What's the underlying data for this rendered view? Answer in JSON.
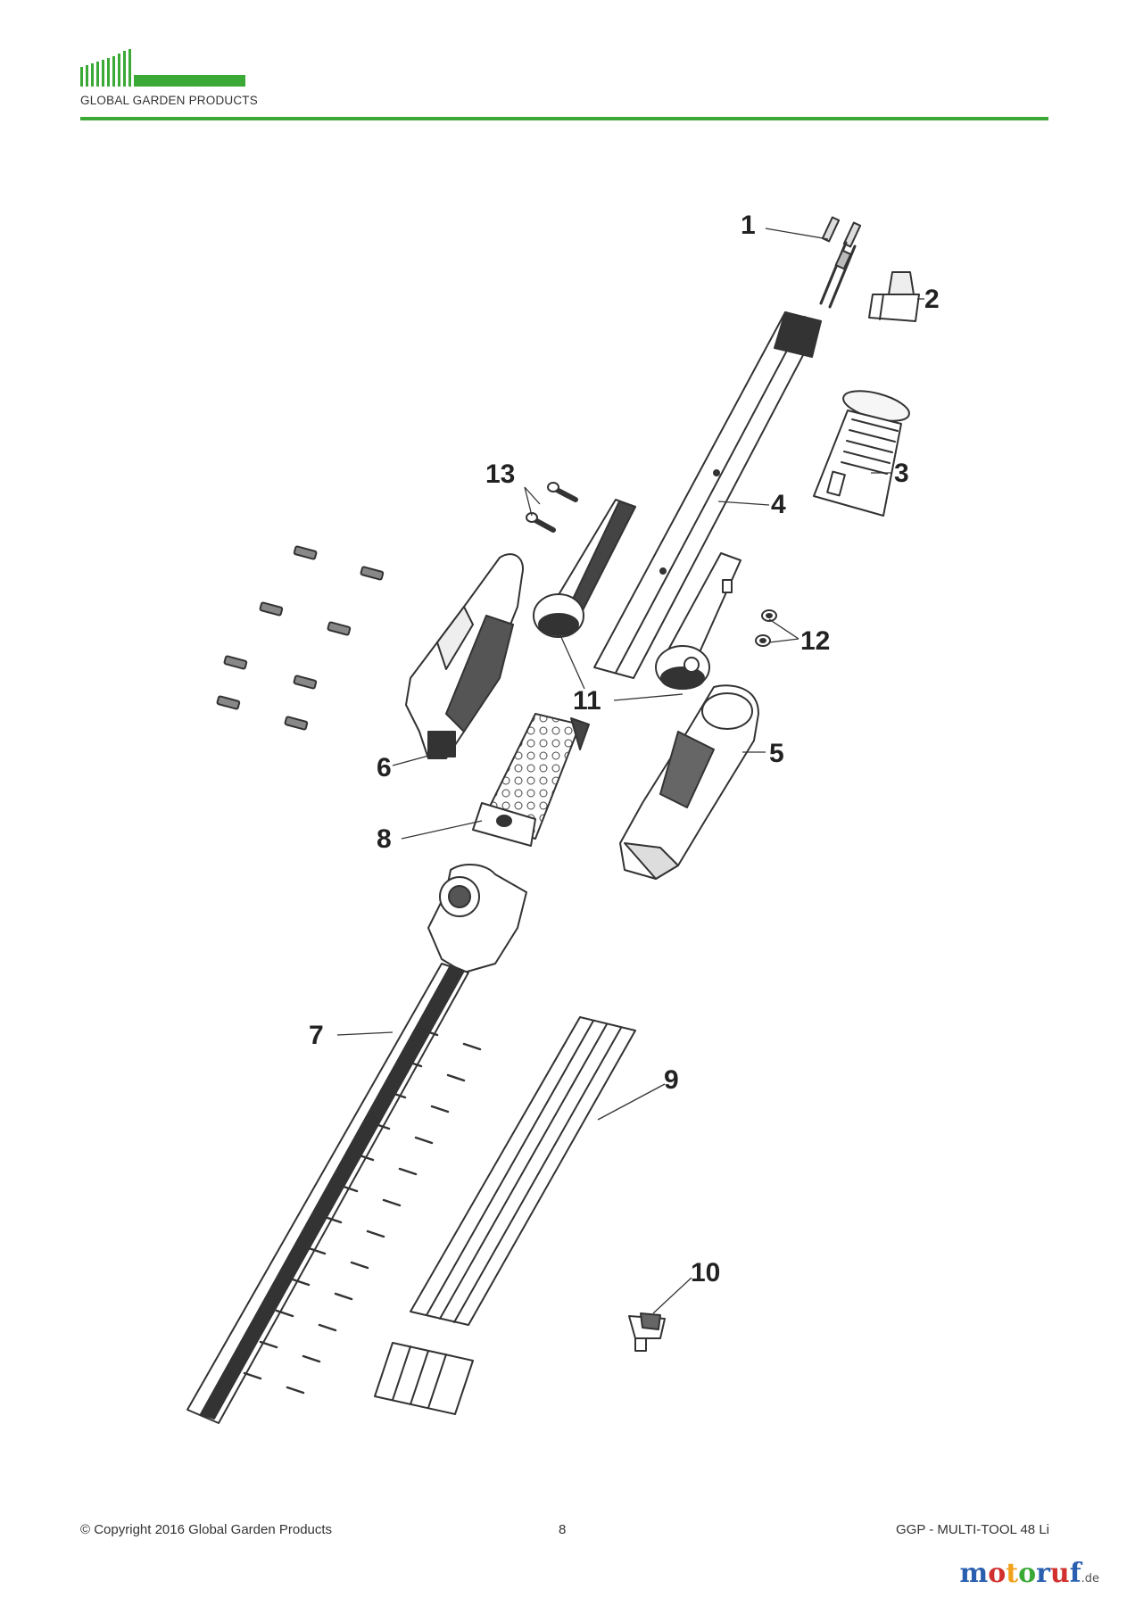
{
  "header": {
    "company": "GLOBAL GARDEN PRODUCTS",
    "brand_color": "#3aa935"
  },
  "callouts": [
    "1",
    "2",
    "3",
    "4",
    "5",
    "6",
    "7",
    "8",
    "9",
    "10",
    "11",
    "12",
    "13"
  ],
  "footer": {
    "copyright": "© Copyright 2016 Global Garden Products",
    "page_number": "8",
    "model": "GGP - MULTI-TOOL 48 Li"
  },
  "watermark": {
    "letters": [
      "m",
      "o",
      "t",
      "o",
      "r",
      "u",
      "f"
    ],
    "suffix": ".de"
  }
}
